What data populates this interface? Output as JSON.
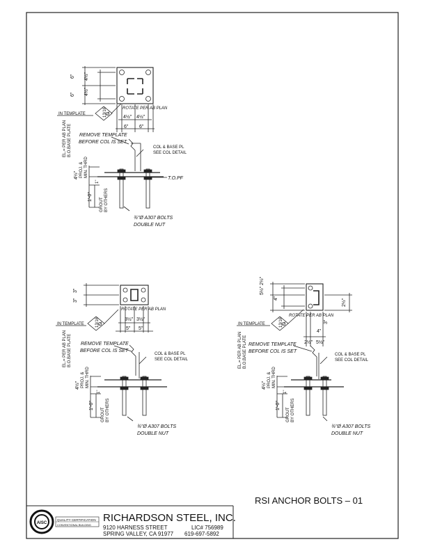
{
  "sheet": {
    "title": "RSI ANCHOR BOLTS – 01"
  },
  "company": {
    "name": "RICHARDSON STEEL, INC.",
    "street": "9120 HARNESS STREET",
    "city": "SPRING VALLEY, CA 91977",
    "license": "LIC# 756989",
    "phone": "619-697-5892",
    "cert_line1": "QUALITY CERTIFICATION",
    "cert_line2": "CONVENTIONAL BUILDING",
    "logo_letters": "AISC"
  },
  "details": {
    "d1": {
      "dims": {
        "left_top": "6\"",
        "left_bot": "6\"",
        "inner_top": "4½\"",
        "inner_bot": "4½\"",
        "bottom_left": "4½\"",
        "bottom_right": "4½\"",
        "outer_left": "6\"",
        "outer_right": "6\""
      },
      "rotate_note": "ROTATE PER AB PLAN",
      "template_label": "IN TEMPLATE",
      "template_frac": "13/16",
      "template_symbol": "Ø",
      "el_label_1": "EL.= PER AB PLAN",
      "el_label_2": "B.O.BASE PLATE",
      "remove_note_1": "REMOVE TEMPLATE",
      "remove_note_2": "BEFORE COL IS SET",
      "col_note_1": "COL & BASE PL",
      "col_note_2": "SEE COL DETAIL",
      "proj_1": "PROJ. &",
      "proj_2": "MIN. THRD",
      "proj_dim": "4½\"",
      "small_dim": "1\"",
      "embed_dim": "1'-0\"",
      "grout_1": "GROUT",
      "grout_2": "BY OTHERS",
      "top_label": "T.O.PF",
      "bolt_1": "¾\"Ø A307 BOLTS",
      "bolt_2": "DOUBLE NUT"
    },
    "d2": {
      "dims": {
        "left_top": "3\"",
        "left_bot": "3\"",
        "bottom_left": "3½\"",
        "bottom_right": "3½\"",
        "outer_left": "5\"",
        "outer_right": "5\""
      },
      "rotate_note": "ROTATE PER AB PLAN",
      "template_label": "IN TEMPLATE",
      "template_frac": "13/16",
      "template_symbol": "Ø",
      "el_label_1": "EL.= PER AB PLAN",
      "el_label_2": "B.O.BASE PLATE",
      "remove_note_1": "REMOVE TEMPLATE",
      "remove_note_2": "BEFORE COL IS SET",
      "col_note_1": "COL & BASE PL",
      "col_note_2": "SEE COL DETAIL",
      "proj_1": "PROJ. &",
      "proj_2": "MIN. THRD",
      "proj_dim": "4½\"",
      "small_dim": "1\"",
      "embed_dim": "1'-0\"",
      "grout_1": "GROUT",
      "grout_2": "BY OTHERS",
      "bolt_1": "¾\"Ø A307 BOLTS",
      "bolt_2": "DOUBLE NUT"
    },
    "d3": {
      "dims": {
        "left_a": "5½\"",
        "left_b": "2½\"",
        "left_c": "4\"",
        "right_a": "2½\"",
        "inner_4": "4\"",
        "inner_3": "3\"",
        "bottom_left": "2½\"",
        "bottom_right": "5½\""
      },
      "rotate_note": "ROTATE PER AB PLAN",
      "template_label": "IN TEMPLATE",
      "template_frac": "13/16",
      "template_symbol": "Ø",
      "el_label_1": "EL.= PER AB PLAN",
      "el_label_2": "B.O.BASE PLATE",
      "remove_note_1": "REMOVE TEMPLATE",
      "remove_note_2": "BEFORE COL IS SET",
      "col_note_1": "COL & BASE PL",
      "col_note_2": "SEE COL DETAIL",
      "proj_1": "PROJ. &",
      "proj_2": "MIN. THRD",
      "proj_dim": "4½\"",
      "small_dim": "1\"",
      "embed_dim": "1'-0\"",
      "grout_1": "GROUT",
      "grout_2": "BY OTHERS",
      "bolt_1": "¾\"Ø A307 BOLTS",
      "bolt_2": "DOUBLE NUT"
    }
  }
}
